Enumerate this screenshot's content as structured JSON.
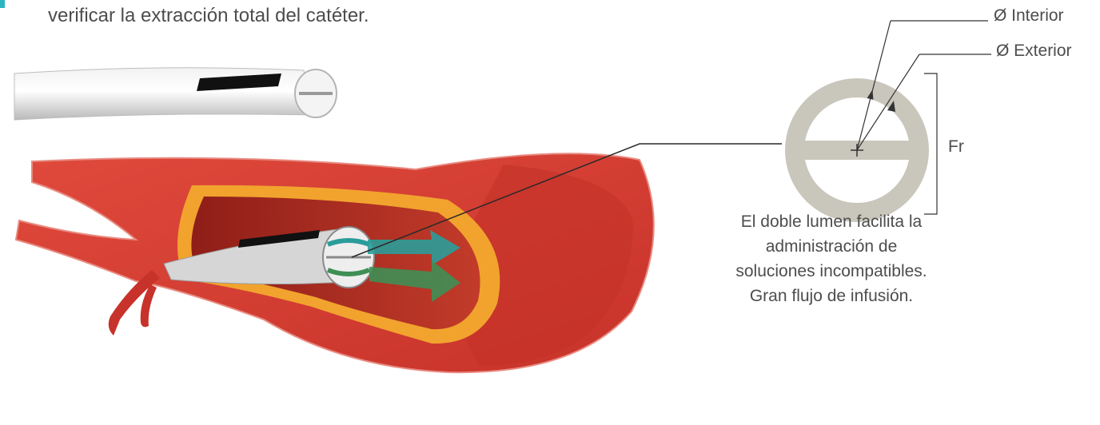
{
  "intro": {
    "text": "verificar la extracción total del catéter."
  },
  "cross_section": {
    "labels": {
      "interior": "Ø Interior",
      "exterior": "Ø Exterior",
      "french": "Fr"
    },
    "colors": {
      "wall": "#c9c6bb",
      "lines": "#3a3a3a"
    }
  },
  "caption": {
    "lines": [
      "El doble lumen facilita la",
      "administración de",
      "soluciones incompatibles.",
      "Gran flujo de infusión."
    ]
  },
  "illustration": {
    "icons": [
      "catheter-tip-icon",
      "vessel-cross-section-icon",
      "infusion-arrow-icon"
    ],
    "colors": {
      "vessel_outer": "#d83a2e",
      "vessel_inner": "#b5281f",
      "plaque": "#f1a32e",
      "catheter": "#cfcfcf",
      "arrow_teal": "#2a9d9a",
      "arrow_green": "#3f8f55"
    }
  }
}
